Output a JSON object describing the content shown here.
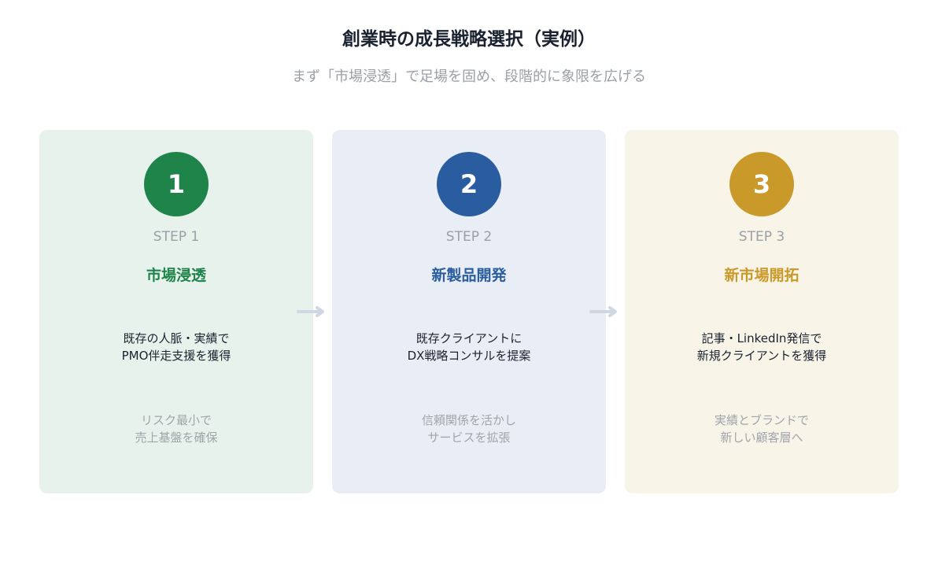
{
  "title": "創業時の成長戦略選択（実例）",
  "subtitle": "まず「市場浸透」で足場を固め、段階的に象限を広げる",
  "steps": [
    {
      "number": "1",
      "step": "STEP 1",
      "name": "市場浸透",
      "desc1": "既存の人脈・実績で",
      "desc2": "PMO伴走支援を獲得",
      "note1": "リスク最小で",
      "note2": "売上基盤を確保",
      "accent": "#1e8449",
      "bg": "#e8f2ec"
    },
    {
      "number": "2",
      "step": "STEP 2",
      "name": "新製品開発",
      "desc1": "既存クライアントに",
      "desc2": "DX戦略コンサルを提案",
      "note1": "信頼関係を活かし",
      "note2": "サービスを拡張",
      "accent": "#2a5d9f",
      "bg": "#e9eef6"
    },
    {
      "number": "3",
      "step": "STEP 3",
      "name": "新市場開拓",
      "desc1": "記事・LinkedIn発信で",
      "desc2": "新規クライアントを獲得",
      "note1": "実績とブランドで",
      "note2": "新しい顧客層へ",
      "accent": "#c9992a",
      "bg": "#f8f4e8"
    }
  ]
}
